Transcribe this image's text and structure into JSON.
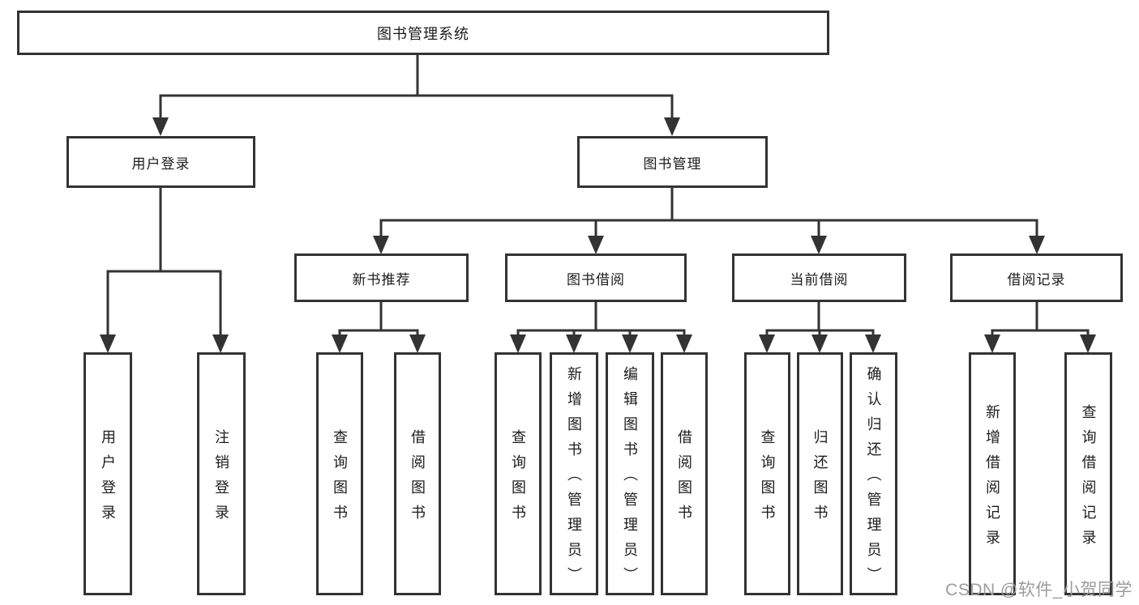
{
  "diagram": {
    "root": {
      "label": "图书管理系统"
    },
    "branches": [
      {
        "label": "用户登录",
        "children": [
          {
            "label": "用户登录"
          },
          {
            "label": "注销登录"
          }
        ]
      },
      {
        "label": "图书管理",
        "children": [
          {
            "label": "新书推荐",
            "children": [
              {
                "label": "查询图书"
              },
              {
                "label": "借阅图书"
              }
            ]
          },
          {
            "label": "图书借阅",
            "children": [
              {
                "label": "查询图书"
              },
              {
                "label": "新增图书（管理员）"
              },
              {
                "label": "编辑图书（管理员）"
              },
              {
                "label": "借阅图书"
              }
            ]
          },
          {
            "label": "当前借阅",
            "children": [
              {
                "label": "查询图书"
              },
              {
                "label": "归还图书"
              },
              {
                "label": "确认归还（管理员）"
              }
            ]
          },
          {
            "label": "借阅记录",
            "children": [
              {
                "label": "新增借阅记录"
              },
              {
                "label": "查询借阅记录"
              }
            ]
          }
        ]
      }
    ],
    "watermark": "CSDN @软件_小贺同学",
    "colors": {
      "line": "#333333",
      "box_border": "#333333",
      "box_fill": "#ffffff",
      "text": "#1c1c1c",
      "watermark": "#9c9c9c"
    }
  }
}
